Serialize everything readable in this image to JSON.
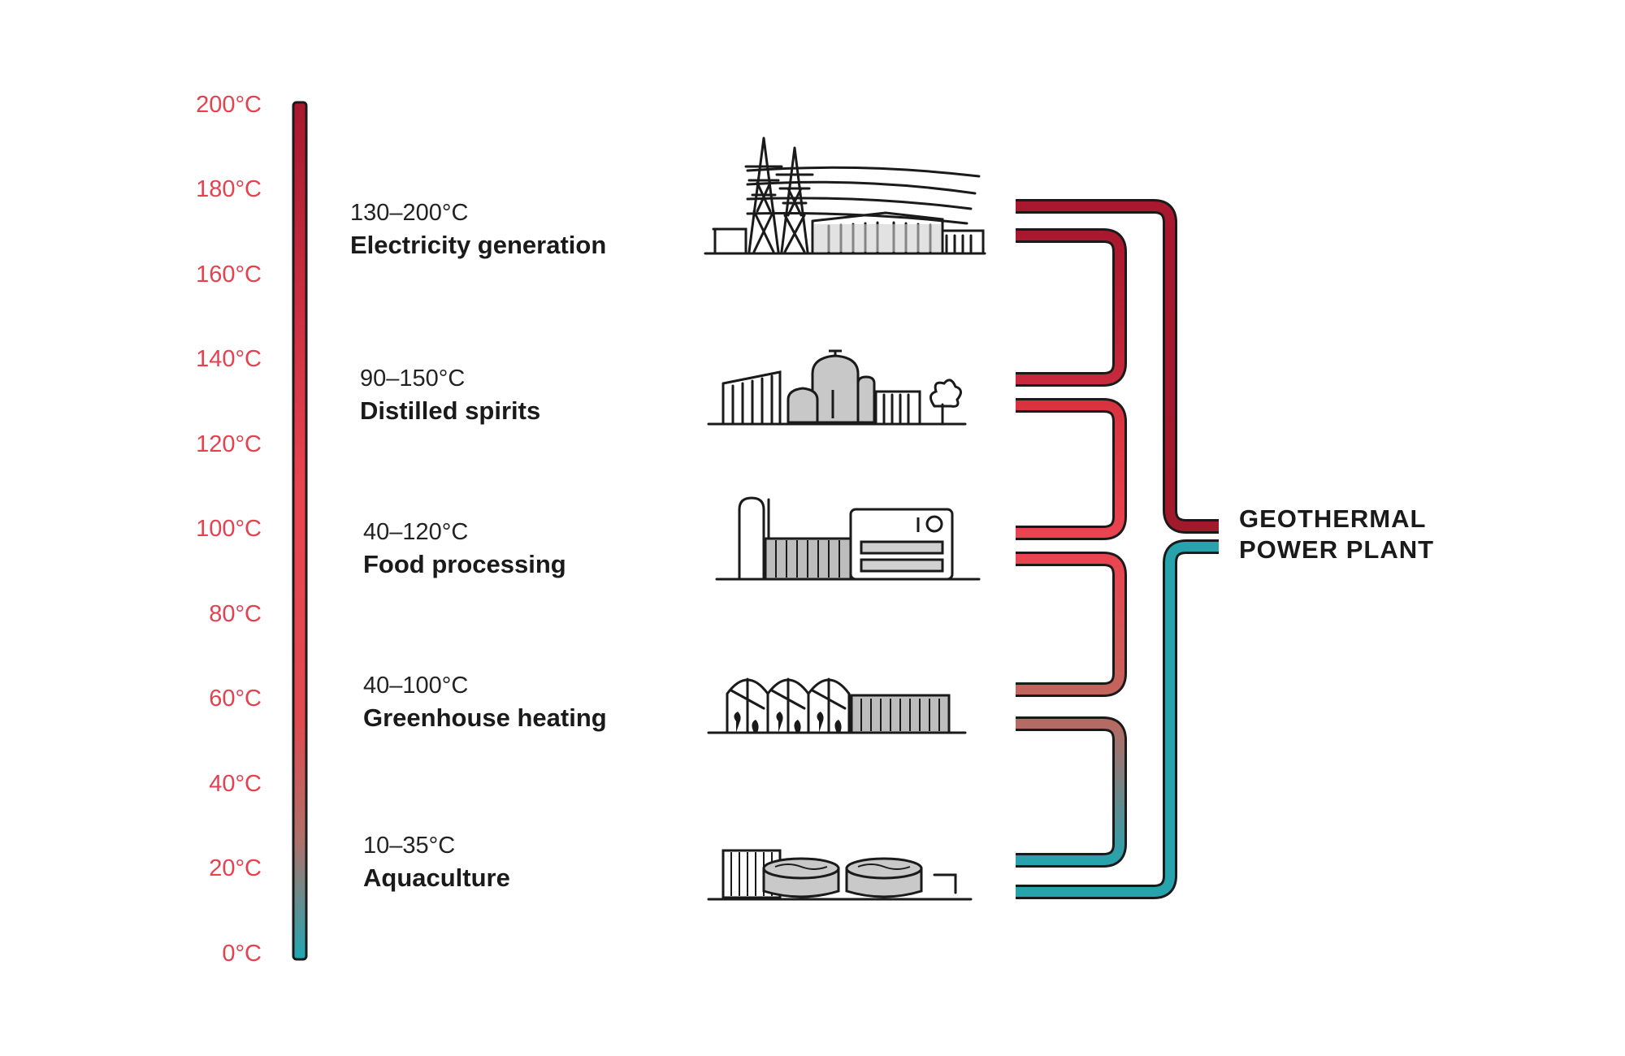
{
  "scale": {
    "ticks": [
      "200°C",
      "180°C",
      "160°C",
      "140°C",
      "120°C",
      "100°C",
      "80°C",
      "60°C",
      "40°C",
      "20°C",
      "0°C"
    ],
    "colors": {
      "hot": "#a8182e",
      "warm": "#ea4450",
      "mid": "#c4695e",
      "cool": "#26a3ad"
    }
  },
  "uses": [
    {
      "range": "130–200°C",
      "name": "Electricity generation",
      "icon": "power-pylons-icon"
    },
    {
      "range": "90–150°C",
      "name": "Distilled spirits",
      "icon": "distillery-icon"
    },
    {
      "range": "40–120°C",
      "name": "Food processing",
      "icon": "food-factory-icon"
    },
    {
      "range": "40–100°C",
      "name": "Greenhouse heating",
      "icon": "greenhouse-icon"
    },
    {
      "range": "10–35°C",
      "name": "Aquaculture",
      "icon": "fish-tanks-icon"
    }
  ],
  "plant": {
    "line1": "GEOTHERMAL",
    "line2": "POWER PLANT"
  }
}
